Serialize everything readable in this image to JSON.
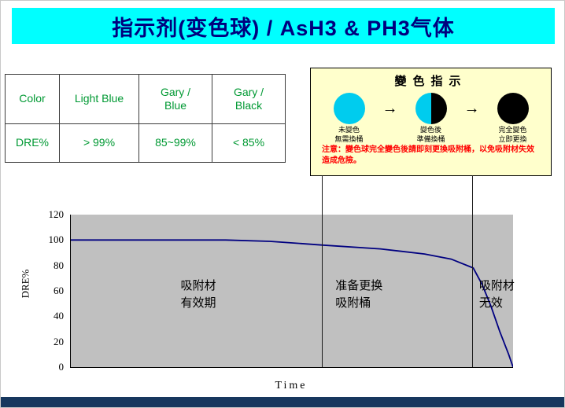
{
  "colors": {
    "title_bar_bg": "#00FFFF",
    "title_text": "#00007E",
    "table_text": "#009933",
    "indicator_bg": "#FFFFCC",
    "note_text": "#FF0000",
    "ball_cyan": "#00CCEE",
    "ball_black": "#000000",
    "curve": "#000080",
    "bottom_bar": "#17375E"
  },
  "title": "指示剂(变色球) / AsH3 & PH3气体",
  "table": {
    "rows": [
      [
        "Color",
        "Light Blue",
        "Gary /\nBlue",
        "Gary /\nBlack"
      ],
      [
        "DRE%",
        "> 99%",
        "85~99%",
        "< 85%"
      ]
    ]
  },
  "indicator": {
    "title": "變色指示",
    "arrow": "→",
    "items": [
      {
        "fill": "cyan",
        "label": "未變色\n無需換桶"
      },
      {
        "fill": "half",
        "label": "變色後\n準備換桶"
      },
      {
        "fill": "black",
        "label": "完全變色\n立即更換"
      }
    ],
    "note": "注意：變色球完全變色後請即刻更換吸附桶，以免吸附材失效造成危險。"
  },
  "chart_data": {
    "type": "line",
    "title": "",
    "xlabel": "Time",
    "ylabel": "DRE%",
    "ylim": [
      0,
      120
    ],
    "yticks": [
      0,
      20,
      40,
      60,
      80,
      100,
      120
    ],
    "plot_bg": "#C0C0C0",
    "grid": false,
    "legend": false,
    "series": [
      {
        "name": "DRE%",
        "points": [
          [
            0,
            100
          ],
          [
            20,
            100
          ],
          [
            35,
            100
          ],
          [
            45,
            99
          ],
          [
            57,
            96
          ],
          [
            70,
            93
          ],
          [
            80,
            89
          ],
          [
            86,
            85
          ],
          [
            91,
            78
          ],
          [
            93,
            65
          ],
          [
            95,
            48
          ],
          [
            97,
            28
          ],
          [
            99,
            10
          ],
          [
            100,
            0
          ]
        ]
      }
    ],
    "dividers_pct": [
      57,
      91
    ],
    "annotations": [
      {
        "text": "吸附材\n有效期",
        "x_pct": 25
      },
      {
        "text": "准备更换\n吸附桶",
        "x_pct": 60
      },
      {
        "text": "吸附材\n无效",
        "x_pct": 92.5
      }
    ]
  }
}
